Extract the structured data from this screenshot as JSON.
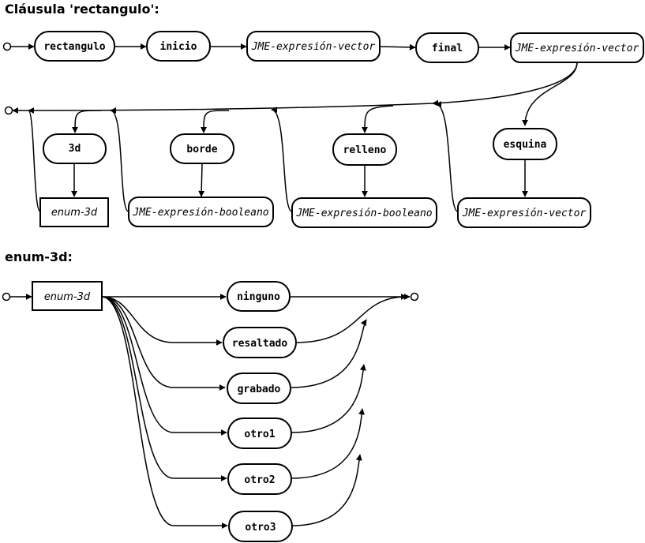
{
  "diagram1": {
    "title": "Cláusula 'rectangulo':",
    "seq": {
      "rectangulo": "rectangulo",
      "inicio": "inicio",
      "expr1": "JME-expresión-vector",
      "final": "final",
      "expr2": "JME-expresión-vector"
    },
    "options": {
      "opt_3d": "3d",
      "enum3d_ref": "enum-3d",
      "borde": "borde",
      "borde_expr": "JME-expresión-booleano",
      "relleno": "relleno",
      "relleno_expr": "JME-expresión-booleano",
      "esquina": "esquina",
      "esquina_expr": "JME-expresión-vector"
    }
  },
  "diagram2": {
    "title": "enum-3d:",
    "start_ref": "enum-3d",
    "choices": [
      "ninguno",
      "resaltado",
      "grabado",
      "otro1",
      "otro2",
      "otro3"
    ]
  }
}
